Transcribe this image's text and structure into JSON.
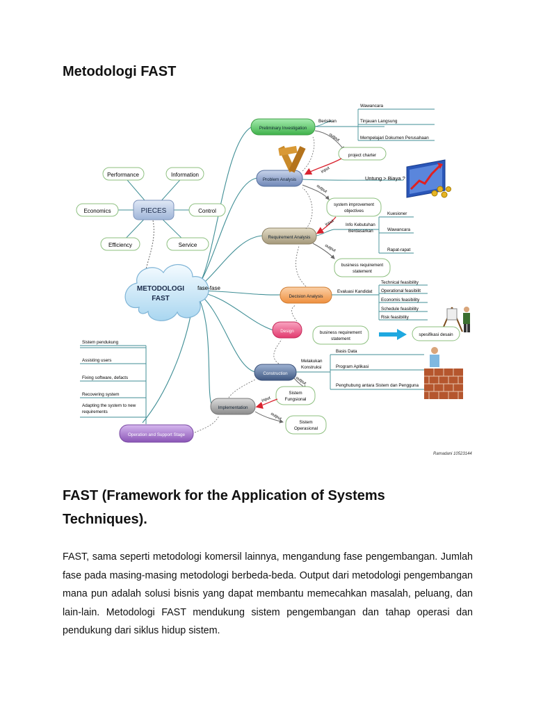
{
  "page": {
    "title": "Metodologi FAST",
    "heading": "FAST (Framework for the Application of Systems Techniques).",
    "paragraph": "FAST, sama seperti metodologi komersil lainnya, mengandung fase pengembangan. Jumlah fase pada masing-masing metodologi berbeda-beda. Output dari metodologi pengembangan mana pun adalah solusi bisnis yang dapat membantu memecahkan masalah, peluang, dan lain-lain. Metodologi FAST mendukung sistem pengembangan dan tahap operasi dan pendukung dari siklus hidup sistem."
  },
  "diagram": {
    "center": {
      "line1": "METODOLOGI",
      "line2": "FAST"
    },
    "fase_label": "fase-fase",
    "pieces": {
      "center": "PIECES",
      "items": [
        "Performance",
        "Information",
        "Economics",
        "Control",
        "Efficiency",
        "Service"
      ]
    },
    "phases": [
      "Preliminary Investigation",
      "Problem Analysis",
      "Requirement Analysis",
      "Decision Analysis",
      "Design",
      "Construction",
      "Implementation",
      "Operation and Support Stage"
    ],
    "preliminary": {
      "berisikan": "Berisikan",
      "items": [
        "Wawancara",
        "Tinjauan Langsung",
        "Mempelajari Dokumen Perusahaan"
      ],
      "output": "output",
      "deliverable": "project charter",
      "input": "input"
    },
    "problem": {
      "untung": "Untung > Biaya ?",
      "output": "output",
      "deliverable_line1": "system improvement",
      "deliverable_line2": "objectives",
      "input": "input"
    },
    "requirement": {
      "info_line1": "Info Kebutuhan",
      "info_line2": "Berdasarkan",
      "items": [
        "Kuesioner",
        "Wawancara",
        "Rapat-rapat"
      ],
      "output": "output",
      "deliverable_line1": "business requirement",
      "deliverable_line2": "statement"
    },
    "decision": {
      "evaluasi": "Evaluasi Kandidat",
      "items": [
        "Technical feasibility",
        "Operational feasibilit",
        "Economis feasibility",
        "Schedule feasibility",
        "Risk feasibility"
      ]
    },
    "design": {
      "input_line1": "business requirement",
      "input_line2": "statement",
      "output": "spesifikasi desain"
    },
    "construction": {
      "melakukan_line1": "Melakukan",
      "melakukan_line2": "Konstruksi",
      "items": [
        "Basis Data",
        "Program Aplikasi",
        "Penghubung antara Sistem dan Pengguna"
      ],
      "output": "output",
      "deliverable_line1": "Sistem",
      "deliverable_line2": "Fungsional"
    },
    "implementation": {
      "input": "input",
      "output": "output",
      "deliverable_line1": "Sistem",
      "deliverable_line2": "Operasional"
    },
    "operation": {
      "items": [
        "Sistem pendukung",
        "Assisting users",
        "Fixing software, defacts",
        "Recovering system",
        "Adapting the system to new",
        "requirements"
      ]
    },
    "credit": "Ramadani 10523144"
  },
  "colors": {
    "green": "#5cc85c",
    "blue": "#7f97c4",
    "tan": "#b9ad8c",
    "orange": "#f2a25c",
    "pink": "#ee5b86",
    "navy": "#566f96",
    "gray": "#9a9a9a",
    "purple": "#9b6cc0",
    "connector": "#3f8e95",
    "red_arrow": "#d9232f",
    "cyan_arrow": "#1fa8e0"
  }
}
